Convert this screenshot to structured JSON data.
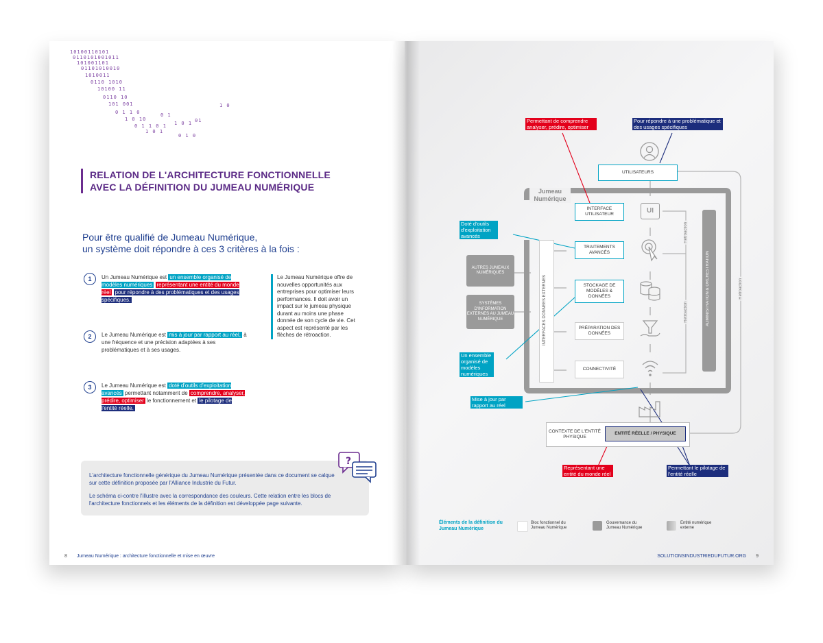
{
  "left": {
    "title_line1": "RELATION DE L'ARCHITECTURE FONCTIONNELLE",
    "title_line2": "AVEC LA DÉFINITION DU JUMEAU NUMÉRIQUE",
    "intro_line1": "Pour être qualifié de Jumeau Numérique,",
    "intro_line2": "un système doit répondre à ces 3 critères à la fois :",
    "criteria": [
      {
        "num": "1",
        "t1": "Un Jumeau Numérique est",
        "h1": "un ensemble organisé de modèles numériques",
        "h2": "représentant une entité du monde réel",
        "h3": "pour répondre à des problématiques et des usages spécifiques."
      },
      {
        "num": "2",
        "t1": "Le Jumeau Numérique est",
        "h1": "mis à jour par rapport au réel,",
        "t2": "à une fréquence et une précision adaptées à ses problématiques et à ses usages."
      },
      {
        "num": "3",
        "t1": "Le Jumeau Numérique est",
        "h1": "doté d'outils d'exploitation avancés",
        "t2": "permettant notamment de",
        "h2": "comprendre, analyser, prédire, optimiser",
        "t3": "le fonctionnement et",
        "h3": "le pilotage de l'entité réelle."
      }
    ],
    "side_note": "Le Jumeau Numérique offre de nouvelles opportunités aux entreprises pour optimiser leurs performances. Il doit avoir un impact sur le jumeau physique durant au moins une phase donnée de son cycle de vie. Cet aspect est représenté par les flèches de rétroaction.",
    "box_p1": "L'architecture fonctionnelle générique du Jumeau Numérique présentée dans ce document se calque sur cette définition proposée par l'Alliance Industrie du Futur.",
    "box_p2": "Le schéma ci-contre l'illustre avec la correspondance des couleurs. Cette relation entre les blocs de l'architecture fonctionnels et les éléments de la définition est développée page suivante.",
    "page_num": "8",
    "footer": "Jumeau Numérique : architecture fonctionnelle et mise en œuvre"
  },
  "right": {
    "labels": {
      "comprendre": "Permettant de comprendre analyser, prédire, optimiser",
      "repondre": "Pour répondre à une problématique et des usages spécifiques",
      "outils": "Doté d'outils d'exploitation avancés",
      "ensemble": "Un ensemble organisé de modèles numériques",
      "maj": "Mise à jour par rapport au réel",
      "representant": "Représentant une entité du monde réel",
      "pilotage": "Permettant le pilotage de l'entité réelle"
    },
    "jumeau_title": "Jumeau Numérique",
    "blocks": {
      "utilisateurs": "UTILISATEURS",
      "interface": "INTERFACE UTILISATEUR",
      "traitements": "TRAITEMENTS AVANCÉS",
      "stockage": "STOCKAGE DE MODÈLES & DONNÉES",
      "preparation": "PRÉPARATION DES DONNÉES",
      "connectivite": "CONNECTIVITÉ",
      "contexte": "CONTEXTE DE L'ENTITÉ PHYSIQUE",
      "entite": "ENTITÉ RÉELLE / PHYSIQUE"
    },
    "external": {
      "autres": "AUTRES JUMEAUX NUMÉRIQUES",
      "systemes": "SYSTÈMES D'INFORMATION EXTERNES AU JUMEAU NUMÉRIQUE"
    },
    "vertical": {
      "interfaces": "INTERFACES DONNÉES EXTERNES",
      "admin": "ADMINISTRATION & ORCHESTRATION",
      "retro1": "Rétroaction",
      "retro2": "Rétroaction",
      "retro3": "Rétroaction"
    },
    "ui_icon_text": "UI",
    "legend": {
      "title": "Éléments de la définition du Jumeau Numérique",
      "bloc": "Bloc fonctionnel du Jumeau Numérique",
      "gouv": "Gouvernance du Jumeau Numérique",
      "entite": "Entité numérique externe"
    },
    "page_num": "9",
    "footer": "SOLUTIONSINDUSTRIEDUFUTUR.ORG"
  },
  "colors": {
    "cyan": "#00a3c4",
    "red": "#e3001b",
    "navy": "#1c2d7c",
    "purple": "#5b2a86"
  }
}
